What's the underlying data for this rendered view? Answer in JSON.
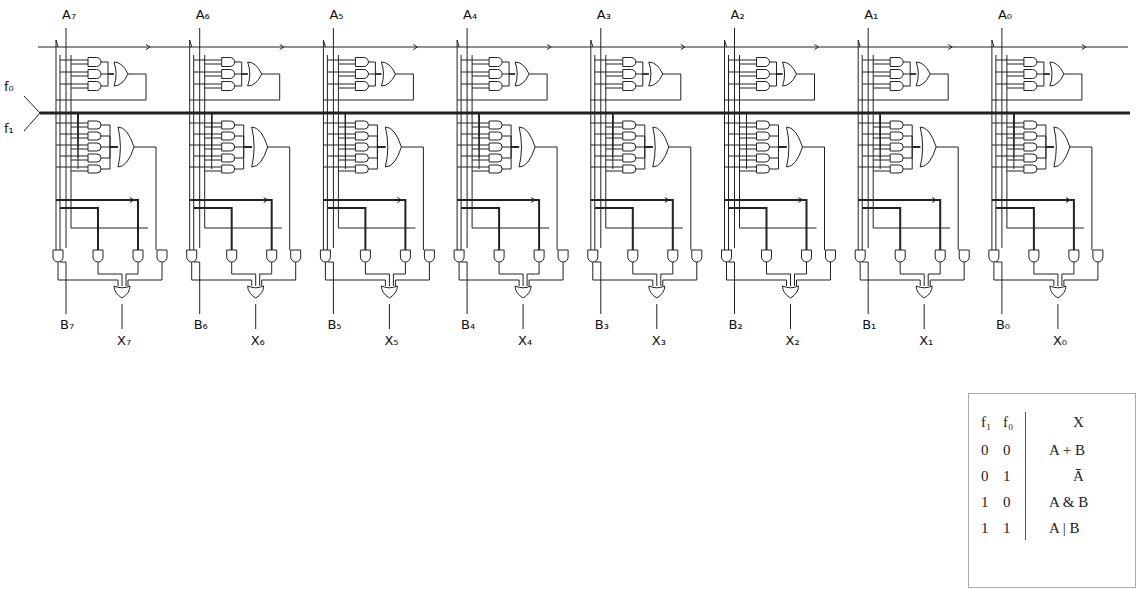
{
  "diagram": {
    "nodes": [
      {
        "text": [
          "f₁",
          "f₀",
          "X",
          "0",
          "0",
          "A + B",
          "0",
          "1",
          "Ā",
          "1",
          "0",
          "A & B",
          "1",
          "1",
          "A | B"
        ]
      }
    ],
    "labels": [
      "A₇",
      "A₆",
      "A₅",
      "A₄",
      "A₃",
      "A₂",
      "A₁",
      "A₀",
      "f₀",
      "f₁",
      "B₇",
      "X₇",
      "B₆",
      "X₆",
      "B₅",
      "X₅",
      "B₄",
      "X₄",
      "B₃",
      "X₃",
      "B₂",
      "X₂",
      "B₁",
      "X₁",
      "B₀",
      "X₀"
    ]
  }
}
